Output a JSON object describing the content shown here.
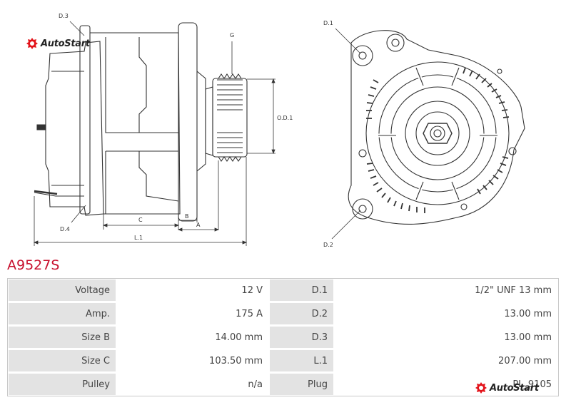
{
  "brand": {
    "name": "AutoStart",
    "accent_color": "#e3141b"
  },
  "part_number": "A9527S",
  "drawing": {
    "labels": {
      "d3": "D.3",
      "g": "G",
      "od1": "O.D.1",
      "d4": "D.4",
      "c": "C",
      "b": "B",
      "a": "A",
      "l1": "L.1",
      "d1": "D.1",
      "d2": "D.2"
    }
  },
  "specs": [
    {
      "key1": "Voltage",
      "val1": "12 V",
      "key2": "D.1",
      "val2": "1/2\" UNF 13 mm"
    },
    {
      "key1": "Amp.",
      "val1": "175 A",
      "key2": "D.2",
      "val2": "13.00 mm"
    },
    {
      "key1": "Size B",
      "val1": "14.00 mm",
      "key2": "D.3",
      "val2": "13.00 mm"
    },
    {
      "key1": "Size C",
      "val1": "103.50 mm",
      "key2": "L.1",
      "val2": "207.00 mm"
    },
    {
      "key1": "Pulley",
      "val1": "n/a",
      "key2": "Plug",
      "val2": "PL_9105"
    }
  ],
  "colors": {
    "part_number": "#c8102e",
    "header_cell": "#e3e3e3",
    "line": "#333333"
  }
}
